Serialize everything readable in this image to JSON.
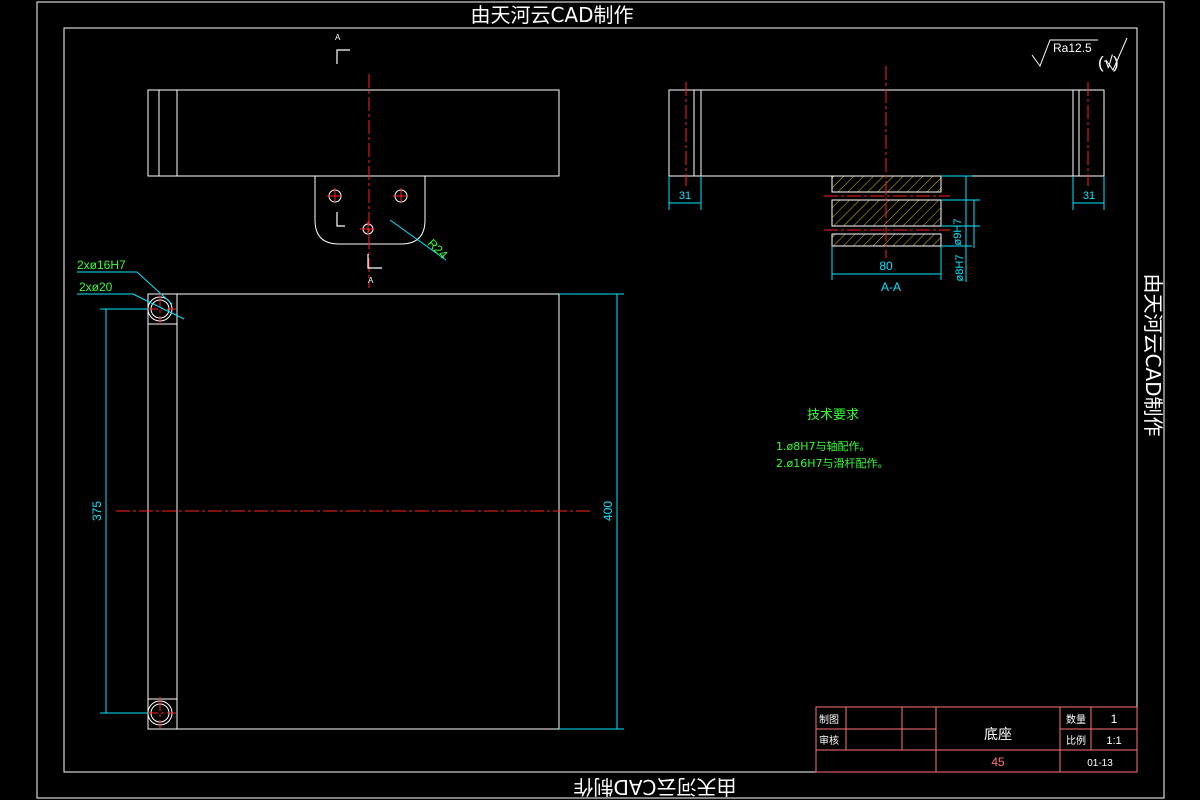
{
  "watermark": {
    "top": "由天河云CAD制作",
    "right": "由天河云CAD制作",
    "bottom": "由天河云CAD制作"
  },
  "roughness": {
    "value": "Ra12.5",
    "symbol": "(√)"
  },
  "section_mark": {
    "letter_top": "A",
    "letter_bottom": "A",
    "label": "A-A"
  },
  "dimensions": {
    "radius": "R24",
    "left_31": "31",
    "right_31": "31",
    "width_80": "80",
    "dia_9h7": "ø9H7",
    "dia_8h7": "ø8H7",
    "height_375": "375",
    "height_400": "400",
    "holes_16h7": "2xø16H7",
    "holes_20": "2xø20"
  },
  "tech_requirements": {
    "title": "技术要求",
    "items": [
      "1.ø8H7与轴配作。",
      "2.ø16H7与滑杆配作。"
    ]
  },
  "title_block": {
    "drawn_label": "制图",
    "checked_label": "审核",
    "part_name": "底座",
    "qty_label": "数量",
    "qty_value": "1",
    "scale_label": "比例",
    "scale_value": "1:1",
    "material": "45",
    "drawing_no": "01-13"
  },
  "colors": {
    "outline": "#ffffff",
    "center": "#ff2020",
    "dimension": "#00e5ff",
    "text_green": "#33ff33",
    "hatch": "#d8c000",
    "title_block": "#ff7070"
  }
}
